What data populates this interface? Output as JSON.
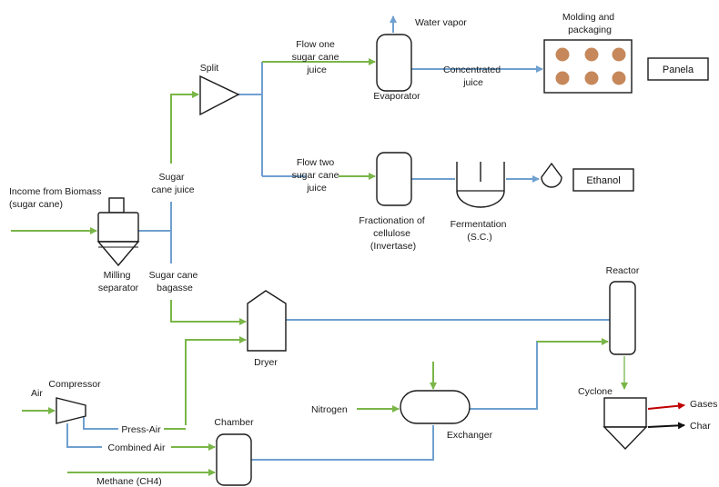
{
  "colors": {
    "green_flow": "#7ab648",
    "blue_flow": "#6fa0cf",
    "red_arrow": "#c00000",
    "black_arrow": "#111111",
    "pellet": "#c6885a"
  },
  "labels": {
    "income": [
      "Income from Biomass",
      "(sugar cane)"
    ],
    "milling": [
      "Milling",
      "separator"
    ],
    "sugar_juice": [
      "Sugar",
      "cane juice"
    ],
    "bagasse": [
      "Sugar cane",
      "bagasse"
    ],
    "split": "Split",
    "flow_one": [
      "Flow one",
      "sugar cane",
      "juice"
    ],
    "flow_two": [
      "Flow two",
      "sugar cane",
      "juice"
    ],
    "water_vapor": "Water vapor",
    "evaporator": "Evaporator",
    "concentrated": [
      "Concentrated",
      "juice"
    ],
    "molding": [
      "Molding and",
      "packaging"
    ],
    "panela": "Panela",
    "fractionation": [
      "Fractionation of",
      "cellulose",
      "(Invertase)"
    ],
    "fermentation": [
      "Fermentation",
      "(S.C.)"
    ],
    "ethanol": "Ethanol",
    "reactor": "Reactor",
    "dryer": "Dryer",
    "air": "Air",
    "compressor": "Compressor",
    "press_air": "Press-Air",
    "combined_air": "Combined Air",
    "chamber": "Chamber",
    "methane": "Methane (CH4)",
    "nitrogen": "Nitrogen",
    "exchanger": "Exchanger",
    "cyclone": "Cyclone",
    "gases": "Gases",
    "char": "Char"
  }
}
